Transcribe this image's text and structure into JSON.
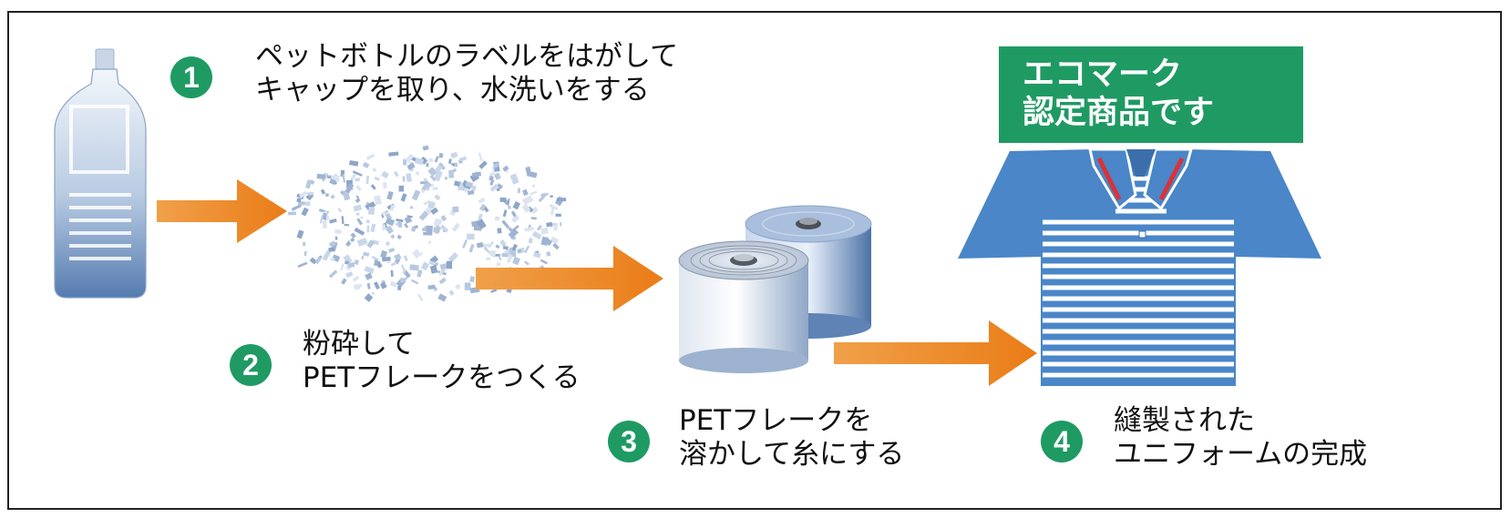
{
  "steps": [
    {
      "number": "1",
      "line1": "ペットボトルのラベルをはがして",
      "line2": "キャップを取り、水洗いをする"
    },
    {
      "number": "2",
      "line1": "粉砕して",
      "line2": "PETフレークをつくる"
    },
    {
      "number": "3",
      "line1": "PETフレークを",
      "line2": "溶かして糸にする"
    },
    {
      "number": "4",
      "line1": "縫製された",
      "line2": "ユニフォームの完成"
    }
  ],
  "eco_label": {
    "line1": "エコマーク",
    "line2": "認定商品です"
  },
  "colors": {
    "accent_green": "#1f9a63",
    "arrow_orange": "#ee8320",
    "shirt_blue": "#4a86c8",
    "bottle_blue": "#a9c0dc",
    "collar_red": "#d8333a"
  },
  "icons": [
    "pet-bottle-icon",
    "pet-flakes-icon",
    "yarn-spool-icon",
    "polo-shirt-icon",
    "arrow-right-icon"
  ]
}
